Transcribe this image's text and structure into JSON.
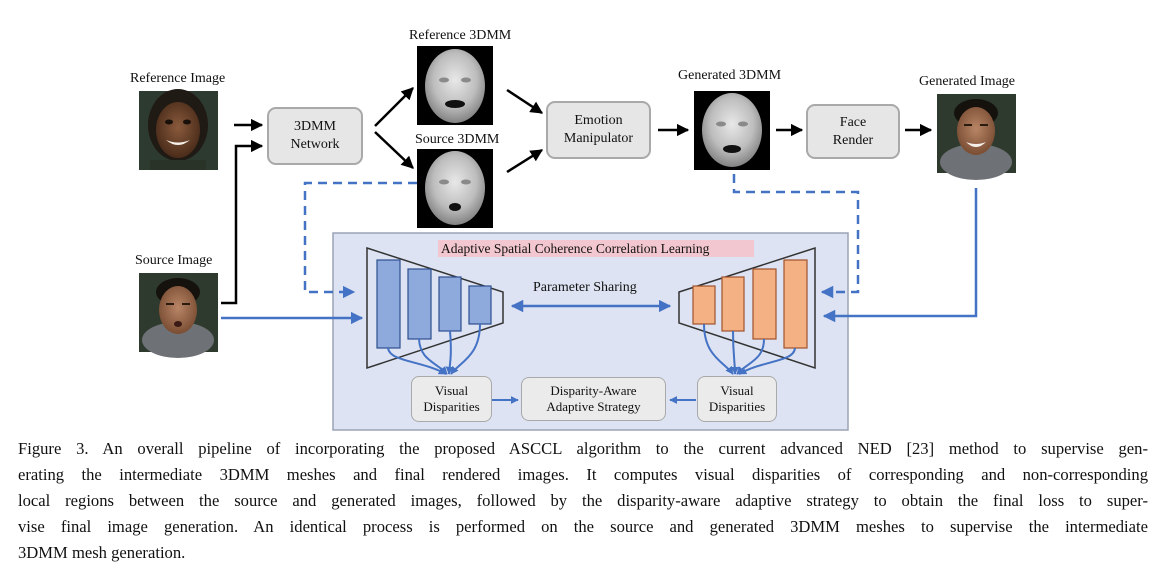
{
  "labels": {
    "reference_image": "Reference Image",
    "source_image": "Source Image",
    "reference_3dmm": "Reference 3DMM",
    "source_3dmm": "Source 3DMM",
    "generated_3dmm": "Generated 3DMM",
    "generated_image": "Generated Image"
  },
  "boxes": {
    "network": [
      "3DMM",
      "Network"
    ],
    "emotion": [
      "Emotion",
      "Manipulator"
    ],
    "render": [
      "Face",
      "Render"
    ]
  },
  "ascc": {
    "title": "Adaptive Spatial Coherence Correlation Learning",
    "parameter_sharing": "Parameter Sharing",
    "visual_disparities": [
      "Visual",
      "Disparities"
    ],
    "strategy": [
      "Disparity-Aware",
      "Adaptive Strategy"
    ]
  },
  "colors": {
    "arrow_blue": "#4472c4",
    "panel_fill": "#dde3f2",
    "encoder_fill": "#8ea9db",
    "decoder_fill": "#f4b183",
    "title_highlight": "#f3c7cf"
  },
  "caption": [
    "Figure 3. An overall pipeline of incorporating the proposed ASCCL algorithm to the current advanced NED [23] method to supervise gen-",
    "erating the intermediate 3DMM meshes and final rendered images. It computes visual disparities of corresponding and non-corresponding",
    "local regions between the source and generated images, followed by the disparity-aware adaptive strategy to obtain the final loss to super-",
    "vise final image generation. An identical process is performed on the source and generated 3DMM meshes to supervise the intermediate",
    "3DMM mesh generation."
  ]
}
